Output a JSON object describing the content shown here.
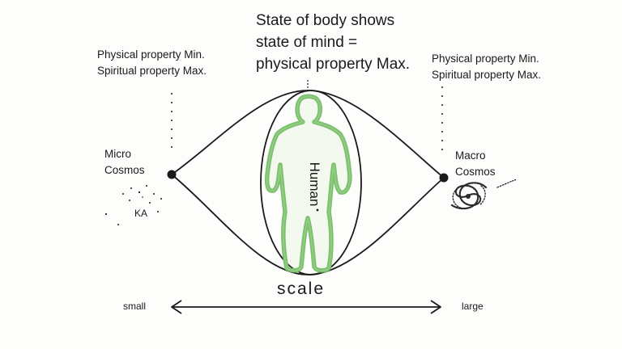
{
  "header": {
    "line1": "State of body shows",
    "line2": "state of mind =",
    "line3": "physical property Max."
  },
  "left_property": {
    "line1": "Physical property Min.",
    "line2": "Spiritual property Max."
  },
  "right_property": {
    "line1": "Physical property Min.",
    "line2": "Spiritual property Max."
  },
  "micro": {
    "line1": "Micro",
    "line2": "Cosmos",
    "particle_label": "KA"
  },
  "macro": {
    "line1": "Macro",
    "line2": "Cosmos",
    "icon": "galaxy-icon"
  },
  "center": {
    "label": "Human",
    "icon": "human-silhouette-icon"
  },
  "axis": {
    "title": "scale",
    "left_end": "small",
    "right_end": "large"
  },
  "colors": {
    "ink": "#1a1a1a",
    "human_green": "#7cc06e",
    "human_green_light": "#b7e0a8",
    "background": "#fdfdfb"
  }
}
